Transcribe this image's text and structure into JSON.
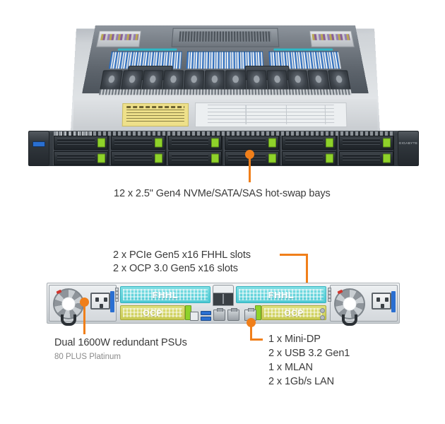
{
  "product": {
    "brand": "GIGABYTE",
    "front_view_name": "front-panel-12-bay",
    "top_view_name": "top-down-interior-view",
    "rear_view_name": "rear-panel-io"
  },
  "accent_color": "#F07F1A",
  "callouts": {
    "front_bays": {
      "text": "12 x 2.5\" Gen4 NVMe/SATA/SAS hot-swap bays"
    },
    "expansion": {
      "line1": "2 x PCIe Gen5 x16 FHHL slots",
      "line2": "2 x OCP 3.0 Gen5 x16 slots"
    },
    "psu": {
      "title": "Dual 1600W  redundant PSUs",
      "subtitle": "80 PLUS Platinum"
    },
    "io": {
      "lines": [
        "1 x Mini-DP",
        "2 x USB 3.2 Gen1",
        "1 x MLAN",
        "2 x 1Gb/s LAN"
      ]
    }
  },
  "rear_panel": {
    "slot_labels": {
      "fhhl_left": "FHHL",
      "fhhl_right": "FHHL",
      "ocp_left": "OCP",
      "ocp_right": "OCP"
    }
  },
  "front_panel": {
    "bay_columns": 6,
    "bay_rows": 2,
    "total_bays": 12
  }
}
